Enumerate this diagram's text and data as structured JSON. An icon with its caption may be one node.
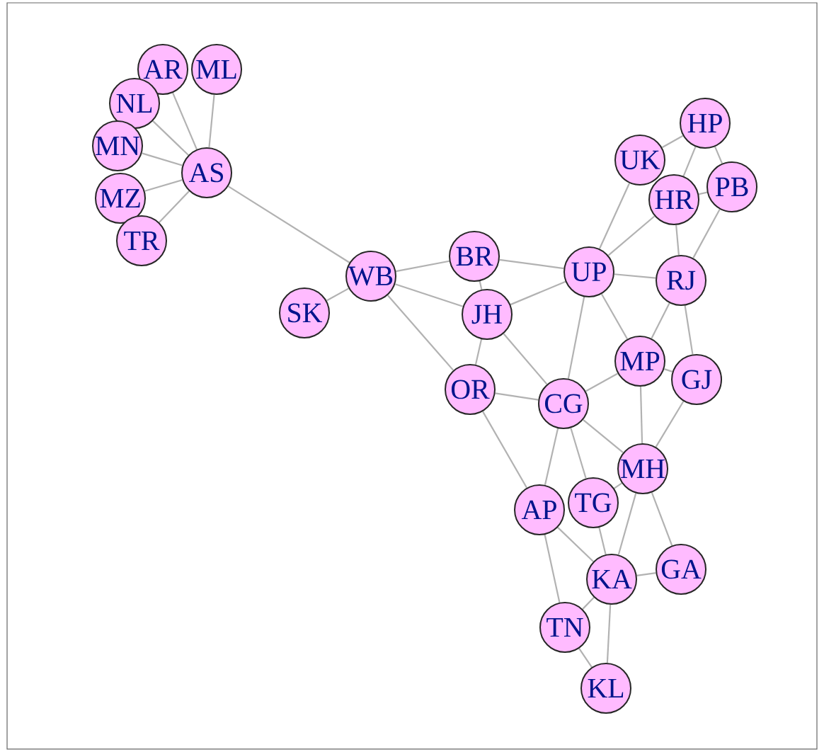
{
  "diagram": {
    "nodes": [
      {
        "text": [
          "AR"
        ]
      },
      {
        "text": [
          "ML"
        ]
      },
      {
        "text": [
          "NL"
        ]
      },
      {
        "text": [
          "MN"
        ]
      },
      {
        "text": [
          "MZ"
        ]
      },
      {
        "text": [
          "TR"
        ]
      },
      {
        "text": [
          "AS"
        ]
      },
      {
        "text": [
          "WB"
        ]
      },
      {
        "text": [
          "SK"
        ]
      },
      {
        "text": [
          "BR"
        ]
      },
      {
        "text": [
          "JH"
        ]
      },
      {
        "text": [
          "UP"
        ]
      },
      {
        "text": [
          "OR"
        ]
      },
      {
        "text": [
          "CG"
        ]
      },
      {
        "text": [
          "MP"
        ]
      },
      {
        "text": [
          "GJ"
        ]
      },
      {
        "text": [
          "RJ"
        ]
      },
      {
        "text": [
          "UK"
        ]
      },
      {
        "text": [
          "HR"
        ]
      },
      {
        "text": [
          "HP"
        ]
      },
      {
        "text": [
          "PB"
        ]
      },
      {
        "text": [
          "MH"
        ]
      },
      {
        "text": [
          "AP"
        ]
      },
      {
        "text": [
          "TG"
        ]
      },
      {
        "text": [
          "KA"
        ]
      },
      {
        "text": [
          "GA"
        ]
      },
      {
        "text": [
          "TN"
        ]
      },
      {
        "text": [
          "KL"
        ]
      }
    ],
    "edges": [
      {
        "from": 6,
        "to": 0,
        "arrow": "none"
      },
      {
        "from": 6,
        "to": 1,
        "arrow": "none"
      },
      {
        "from": 6,
        "to": 2,
        "arrow": "none"
      },
      {
        "from": 6,
        "to": 3,
        "arrow": "none"
      },
      {
        "from": 6,
        "to": 4,
        "arrow": "none"
      },
      {
        "from": 6,
        "to": 5,
        "arrow": "none"
      },
      {
        "from": 6,
        "to": 7,
        "arrow": "none"
      },
      {
        "from": 7,
        "to": 8,
        "arrow": "none"
      },
      {
        "from": 7,
        "to": 9,
        "arrow": "none"
      },
      {
        "from": 7,
        "to": 10,
        "arrow": "none"
      },
      {
        "from": 7,
        "to": 12,
        "arrow": "none"
      },
      {
        "from": 9,
        "to": 11,
        "arrow": "none"
      },
      {
        "from": 9,
        "to": 10,
        "arrow": "none"
      },
      {
        "from": 10,
        "to": 11,
        "arrow": "none"
      },
      {
        "from": 10,
        "to": 12,
        "arrow": "none"
      },
      {
        "from": 10,
        "to": 13,
        "arrow": "none"
      },
      {
        "from": 12,
        "to": 13,
        "arrow": "none"
      },
      {
        "from": 12,
        "to": 22,
        "arrow": "none"
      },
      {
        "from": 13,
        "to": 11,
        "arrow": "none"
      },
      {
        "from": 13,
        "to": 14,
        "arrow": "none"
      },
      {
        "from": 13,
        "to": 21,
        "arrow": "none"
      },
      {
        "from": 13,
        "to": 22,
        "arrow": "none"
      },
      {
        "from": 13,
        "to": 23,
        "arrow": "none"
      },
      {
        "from": 11,
        "to": 17,
        "arrow": "none"
      },
      {
        "from": 11,
        "to": 18,
        "arrow": "none"
      },
      {
        "from": 11,
        "to": 16,
        "arrow": "none"
      },
      {
        "from": 11,
        "to": 14,
        "arrow": "none"
      },
      {
        "from": 17,
        "to": 19,
        "arrow": "none"
      },
      {
        "from": 19,
        "to": 18,
        "arrow": "none"
      },
      {
        "from": 19,
        "to": 20,
        "arrow": "none"
      },
      {
        "from": 18,
        "to": 20,
        "arrow": "none"
      },
      {
        "from": 18,
        "to": 16,
        "arrow": "none"
      },
      {
        "from": 16,
        "to": 20,
        "arrow": "none"
      },
      {
        "from": 16,
        "to": 14,
        "arrow": "none"
      },
      {
        "from": 16,
        "to": 15,
        "arrow": "none"
      },
      {
        "from": 14,
        "to": 15,
        "arrow": "none"
      },
      {
        "from": 14,
        "to": 21,
        "arrow": "none"
      },
      {
        "from": 15,
        "to": 21,
        "arrow": "none"
      },
      {
        "from": 23,
        "to": 21,
        "arrow": "none"
      },
      {
        "from": 21,
        "to": 24,
        "arrow": "none"
      },
      {
        "from": 21,
        "to": 25,
        "arrow": "none"
      },
      {
        "from": 22,
        "to": 24,
        "arrow": "none"
      },
      {
        "from": 22,
        "to": 26,
        "arrow": "none"
      },
      {
        "from": 23,
        "to": 24,
        "arrow": "none"
      },
      {
        "from": 24,
        "to": 25,
        "arrow": "none"
      },
      {
        "from": 24,
        "to": 26,
        "arrow": "none"
      },
      {
        "from": 24,
        "to": 27,
        "arrow": "none"
      },
      {
        "from": 26,
        "to": 27,
        "arrow": "none"
      }
    ]
  }
}
